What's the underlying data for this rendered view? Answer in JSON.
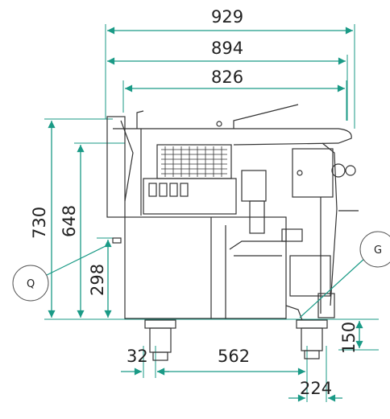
{
  "drawing": {
    "dimensions": {
      "overall_width": "929",
      "width_894": "894",
      "width_826": "826",
      "height_730": "730",
      "height_648": "648",
      "height_298": "298",
      "left_offset_32": "32",
      "foot_span_562": "562",
      "foot_height_150": "150",
      "foot_offset_224": "224"
    },
    "callouts": {
      "q": "Q",
      "g": "G"
    },
    "colors": {
      "dimension_line": "#1a9a86",
      "outline": "#333333",
      "callout_line": "#1a9a86"
    }
  }
}
